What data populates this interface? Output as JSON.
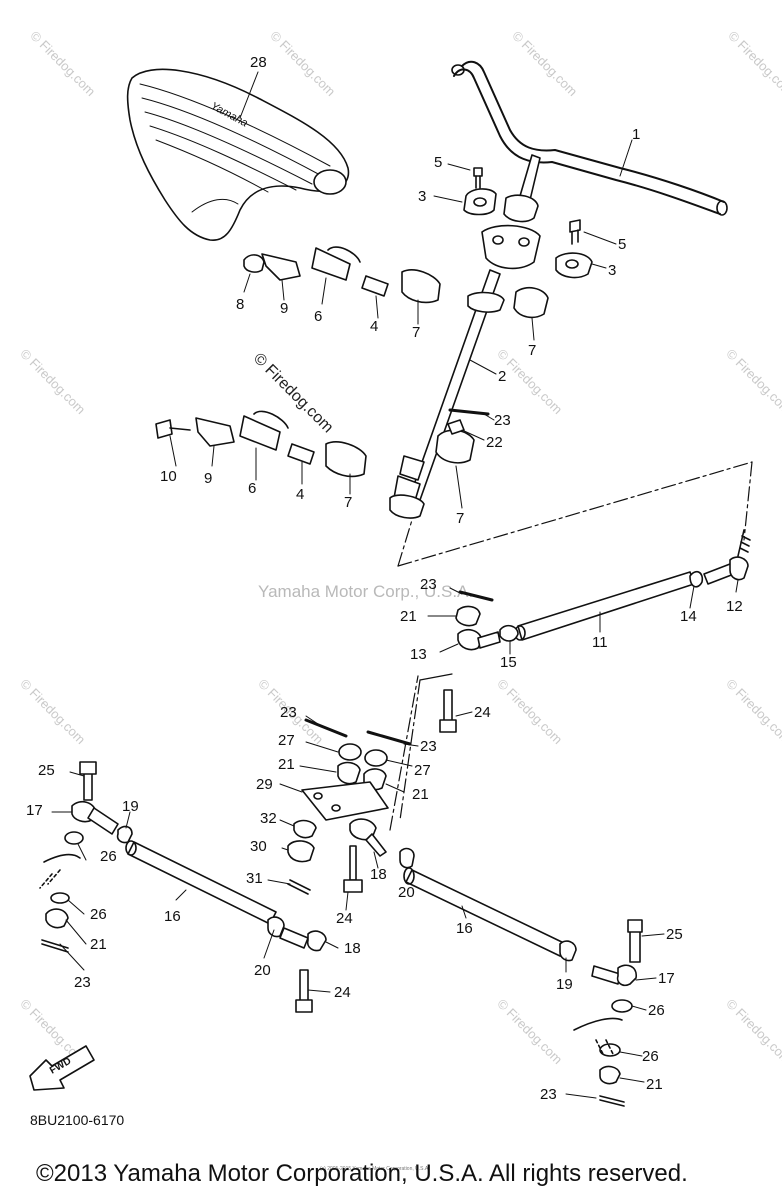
{
  "diagram": {
    "part_code": "8BU2100-6170",
    "center_watermark": "Yamaha Motor Corp., U.S.A.",
    "site_watermark": "© Firedog.com",
    "corner_watermark": "© Firedog.com",
    "footer": "©2013 Yamaha Motor Corporation, U.S.A. All rights reserved.",
    "footer_small": "(c) 2005-2015 Yamaha Motor Corporation, U.S.A.",
    "fwd_label": "FWD",
    "seat_logo": "Yamaha",
    "callouts": [
      {
        "id": "c28a",
        "text": "28"
      },
      {
        "id": "c1",
        "text": "1"
      },
      {
        "id": "c5a",
        "text": "5"
      },
      {
        "id": "c3a",
        "text": "3"
      },
      {
        "id": "c5b",
        "text": "5"
      },
      {
        "id": "c3b",
        "text": "3"
      },
      {
        "id": "c8",
        "text": "8"
      },
      {
        "id": "c9a",
        "text": "9"
      },
      {
        "id": "c6a",
        "text": "6"
      },
      {
        "id": "c4a",
        "text": "4"
      },
      {
        "id": "c7a",
        "text": "7"
      },
      {
        "id": "c7b",
        "text": "7"
      },
      {
        "id": "c2",
        "text": "2"
      },
      {
        "id": "c23a",
        "text": "23"
      },
      {
        "id": "c22",
        "text": "22"
      },
      {
        "id": "c10",
        "text": "10"
      },
      {
        "id": "c9b",
        "text": "9"
      },
      {
        "id": "c6b",
        "text": "6"
      },
      {
        "id": "c4b",
        "text": "4"
      },
      {
        "id": "c7c",
        "text": "7"
      },
      {
        "id": "c7d",
        "text": "7"
      },
      {
        "id": "c23b",
        "text": "23"
      },
      {
        "id": "c21a",
        "text": "21"
      },
      {
        "id": "c12",
        "text": "12"
      },
      {
        "id": "c14",
        "text": "14"
      },
      {
        "id": "c11",
        "text": "11"
      },
      {
        "id": "c13",
        "text": "13"
      },
      {
        "id": "c15",
        "text": "15"
      },
      {
        "id": "c24a",
        "text": "24"
      },
      {
        "id": "c23c",
        "text": "23"
      },
      {
        "id": "c23d",
        "text": "23"
      },
      {
        "id": "c27a",
        "text": "27"
      },
      {
        "id": "c27b",
        "text": "27"
      },
      {
        "id": "c21b",
        "text": "21"
      },
      {
        "id": "c21c",
        "text": "21"
      },
      {
        "id": "c29",
        "text": "29"
      },
      {
        "id": "c25a",
        "text": "25"
      },
      {
        "id": "c17a",
        "text": "17"
      },
      {
        "id": "c19a",
        "text": "19"
      },
      {
        "id": "c26a",
        "text": "26"
      },
      {
        "id": "c32",
        "text": "32"
      },
      {
        "id": "c30",
        "text": "30"
      },
      {
        "id": "c18a",
        "text": "18"
      },
      {
        "id": "c20a",
        "text": "20"
      },
      {
        "id": "c31",
        "text": "31"
      },
      {
        "id": "c16a",
        "text": "16"
      },
      {
        "id": "c26b",
        "text": "26"
      },
      {
        "id": "c24b",
        "text": "24"
      },
      {
        "id": "c21d",
        "text": "21"
      },
      {
        "id": "c16b",
        "text": "16"
      },
      {
        "id": "c23e",
        "text": "23"
      },
      {
        "id": "c20b",
        "text": "20"
      },
      {
        "id": "c18b",
        "text": "18"
      },
      {
        "id": "c25b",
        "text": "25"
      },
      {
        "id": "c19b",
        "text": "19"
      },
      {
        "id": "c17b",
        "text": "17"
      },
      {
        "id": "c24c",
        "text": "24"
      },
      {
        "id": "c26c",
        "text": "26"
      },
      {
        "id": "c26d",
        "text": "26"
      },
      {
        "id": "c21e",
        "text": "21"
      },
      {
        "id": "c23f",
        "text": "23"
      }
    ]
  }
}
